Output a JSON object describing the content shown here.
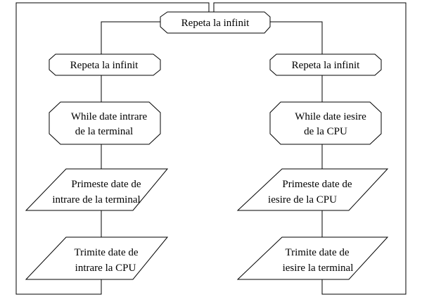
{
  "nodes": {
    "top_loop": {
      "label": "Repeta la infinit"
    },
    "left_loop": {
      "label": "Repeta la infinit"
    },
    "right_loop": {
      "label": "Repeta la infinit"
    },
    "left_while": {
      "line1": "While date intrare",
      "line2": "de la terminal"
    },
    "right_while": {
      "line1": "While date iesire",
      "line2": "de la CPU"
    },
    "left_receive": {
      "line1": "Primeste date de",
      "line2": "intrare de la terminal"
    },
    "right_receive": {
      "line1": "Primeste date de",
      "line2": "iesire de la CPU"
    },
    "left_send": {
      "line1": "Trimite date de",
      "line2": "intrare la CPU"
    },
    "right_send": {
      "line1": "Trimite date de",
      "line2": "iesire la terminal"
    }
  },
  "colors": {
    "stroke": "#000000",
    "fill": "#ffffff",
    "text": "#000000"
  }
}
